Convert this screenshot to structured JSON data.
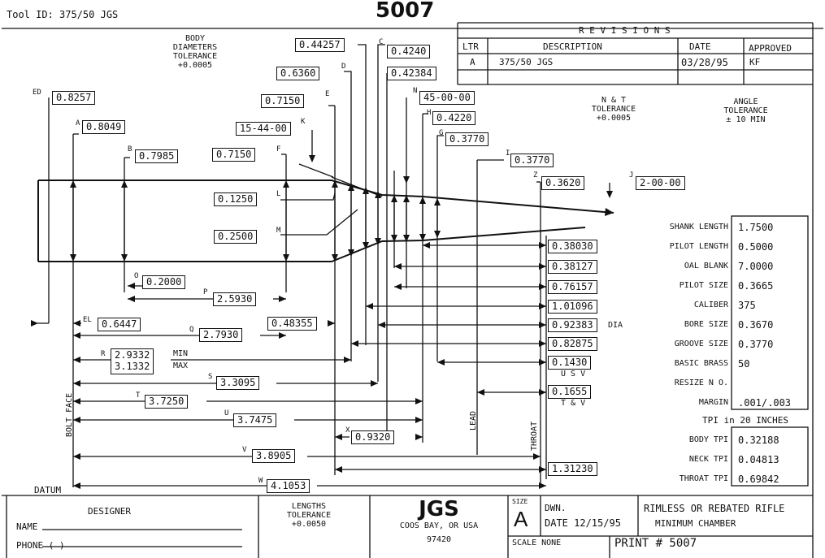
{
  "header": {
    "tool_id": "Tool ID: 375/50 JGS",
    "print_number_top": "5007"
  },
  "revisions": {
    "title": "R E V I S I O N S",
    "col_ltr": "LTR",
    "col_desc": "DESCRIPTION",
    "col_date": "DATE",
    "col_approved": "APPROVED",
    "rows": [
      {
        "ltr": "A",
        "desc": "375/50 JGS",
        "date": "03/28/95",
        "approved": "KF"
      }
    ]
  },
  "notes": {
    "body_tol": [
      "BODY",
      "DIAMETERS",
      "TOLERANCE",
      "+0.0005"
    ],
    "nt_tol": [
      "N & T",
      "TOLERANCE",
      "+0.0005"
    ],
    "angle_tol": [
      "ANGLE",
      "TOLERANCE",
      "± 10 MIN"
    ],
    "length_tol": [
      "LENGTHS",
      "TOLERANCE",
      "+0.0050"
    ]
  },
  "diameters": {
    "ed": "0.8257",
    "a": "0.8049",
    "b": "0.7985",
    "c": "0.4240",
    "d": "0.6360",
    "c_top": "0.44257",
    "d2": "0.42384",
    "e": "0.7150",
    "f": "0.7150",
    "k": "15-44-00",
    "n": "45-00-00",
    "h": "0.4220",
    "g": "0.3770",
    "i": "0.3770",
    "z": "0.3620",
    "j": "2-00-00",
    "l": "0.1250",
    "m": "0.2500"
  },
  "letters": {
    "ed": "ED",
    "a": "A",
    "b": "B",
    "c": "C",
    "d": "D",
    "e": "E",
    "f": "F",
    "k": "K",
    "n": "N",
    "h": "H",
    "g": "G",
    "i": "I",
    "z": "Z",
    "j": "J",
    "l": "L",
    "m": "M",
    "o": "O",
    "p": "P",
    "el": "EL",
    "q": "Q",
    "r": "R",
    "s": "S",
    "t": "T",
    "u": "U",
    "v": "V",
    "w": "W",
    "x": "X"
  },
  "lengths": {
    "o": "0.2000",
    "p": "2.5930",
    "el": "0.6447",
    "q": "2.7930",
    "mid": "0.48355",
    "r_min": "2.9332",
    "r_max": "3.1332",
    "r_min_lbl": "MIN",
    "r_max_lbl": "MAX",
    "s": "3.3095",
    "t": "3.7250",
    "u": "3.7475",
    "x": "0.9320",
    "v": "3.8905",
    "w": "4.1053"
  },
  "right_stack": {
    "v1": "0.38030",
    "v2": "0.38127",
    "v3": "0.76157",
    "v4": "1.01096",
    "v5": "0.92383",
    "v5_note": "DIA",
    "v6": "0.82875",
    "v7": "0.1430",
    "usv": "U S V",
    "v8": "0.1655",
    "tsv": "T & V",
    "v9": "1.31230"
  },
  "specs": {
    "rows": [
      {
        "label": "SHANK LENGTH",
        "value": "1.7500"
      },
      {
        "label": "PILOT LENGTH",
        "value": "0.5000"
      },
      {
        "label": "OAL BLANK",
        "value": "7.0000"
      },
      {
        "label": "PILOT SIZE",
        "value": "0.3665"
      },
      {
        "label": "CALIBER",
        "value": "375"
      },
      {
        "label": "BORE SIZE",
        "value": "0.3670"
      },
      {
        "label": "GROOVE SIZE",
        "value": "0.3770"
      },
      {
        "label": "BASIC BRASS",
        "value": "50"
      },
      {
        "label": "RESIZE N O.",
        "value": ""
      },
      {
        "label": "MARGIN",
        "value": ".001/.003"
      }
    ],
    "tpi_title": "TPI  in 20 INCHES",
    "tpi": [
      {
        "label": "BODY TPI",
        "value": "0.32188"
      },
      {
        "label": "NECK TPI",
        "value": "0.04813"
      },
      {
        "label": "THROAT TPI",
        "value": "0.69842"
      }
    ]
  },
  "side_labels": {
    "bolt_face": "BOLT FACE",
    "lead": "LEAD",
    "throat": "THROAT",
    "datum": "DATUM"
  },
  "title_block": {
    "designer": "DESIGNER",
    "name": "NAME",
    "phone": "PHONE (     )",
    "company": "JGS",
    "location": "COOS BAY, OR USA",
    "zip": "97420",
    "size_lbl": "SIZE",
    "size": "A",
    "dwn": "DWN.",
    "date": "DATE 12/15/95",
    "scale": "SCALE  NONE",
    "print": "PRINT # 5007",
    "desc1": "RIMLESS OR REBATED RIFLE",
    "desc2": "MINIMUM CHAMBER"
  }
}
